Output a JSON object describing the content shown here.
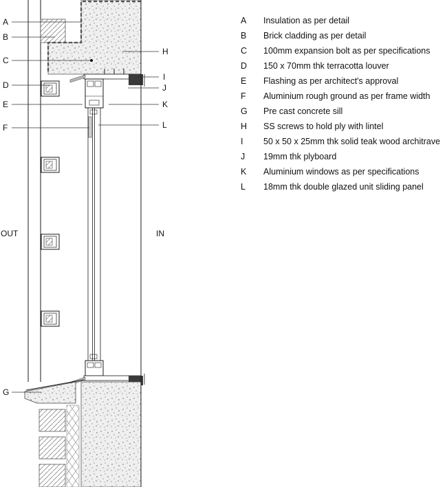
{
  "drawing": {
    "out_label": "OUT",
    "in_label": "IN"
  },
  "legend": {
    "items": [
      {
        "letter": "A",
        "text": "Insulation as per detail"
      },
      {
        "letter": "B",
        "text": "Brick cladding as per detail"
      },
      {
        "letter": "C",
        "text": "100mm expansion bolt as per specifications"
      },
      {
        "letter": "D",
        "text": "150 x 70mm thk terracotta louver"
      },
      {
        "letter": "E",
        "text": "Flashing as per architect's approval"
      },
      {
        "letter": "F",
        "text": "Aluminium rough ground as per frame width"
      },
      {
        "letter": "G",
        "text": "Pre cast concrete sill"
      },
      {
        "letter": "H",
        "text": "SS screws to hold ply with lintel"
      },
      {
        "letter": "I",
        "text": "50 x 50 x 25mm thk solid teak wood architrave"
      },
      {
        "letter": "J",
        "text": "19mm thk plyboard"
      },
      {
        "letter": "K",
        "text": "Aluminium windows as per specifications"
      },
      {
        "letter": "L",
        "text": "18mm thk double glazed unit sliding panel"
      }
    ]
  },
  "colors": {
    "line": "#1a1a1a",
    "concrete_dot": "#8f8f8f",
    "hatch": "#888888",
    "flashing": "#b8b8b8",
    "architrave": "#3a3a3a"
  }
}
